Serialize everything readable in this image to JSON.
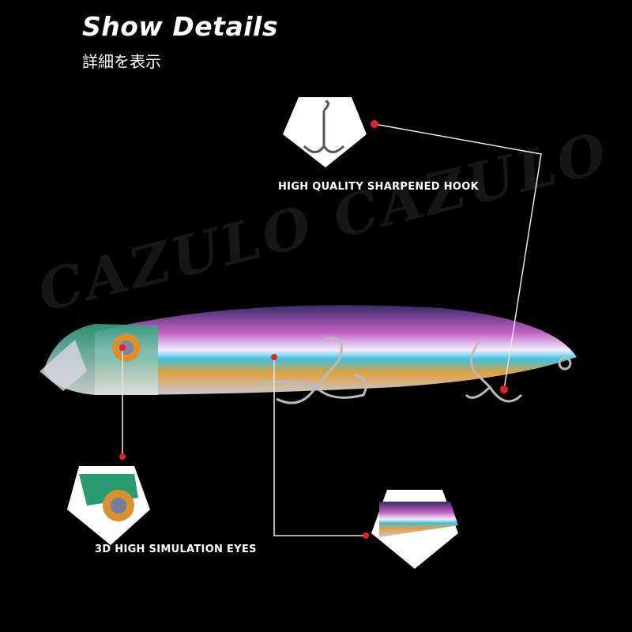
{
  "header": {
    "title": "Show Details",
    "subtitle": "詳細を表示"
  },
  "watermark": "CAZULO CAZULO",
  "callouts": {
    "hook": "HIGH QUALITY SHARPENED HOOK",
    "eyes": "3D HIGH SIMULATION EYES"
  },
  "colors": {
    "background": "#000000",
    "marker": "#e0202a",
    "line": "#e8e8e8"
  }
}
